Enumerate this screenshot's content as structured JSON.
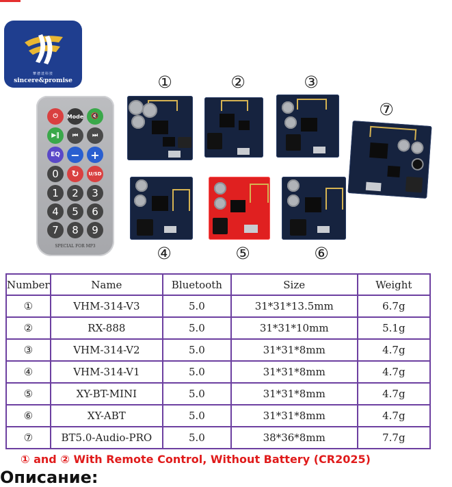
{
  "logo": {
    "brand": "sincere&promise",
    "chinese": "華德達科技"
  },
  "remote": {
    "label": "SPECIAL FOR MP3",
    "rows": [
      [
        "⏻",
        "Mode",
        "🔇"
      ],
      [
        "▶‖",
        "⏮",
        "⏭"
      ],
      [
        "EQ",
        "−",
        "+"
      ],
      [
        "0",
        "↻",
        "U/SD"
      ],
      [
        "1",
        "2",
        "3"
      ],
      [
        "4",
        "5",
        "6"
      ],
      [
        "7",
        "8",
        "9"
      ]
    ],
    "colors": {
      "power": "#d94040",
      "mode": "#3a3a3a",
      "mute": "#3aa84a",
      "play": "#3aa84a",
      "prev": "#4a4a4a",
      "next": "#4a4a4a",
      "eq": "#5a48c8",
      "minus": "#2a5fd0",
      "plus": "#2a5fd0",
      "repeat": "#d94040",
      "usd": "#d94040",
      "num": "#444444"
    }
  },
  "module_numbers": [
    "①",
    "②",
    "③",
    "④",
    "⑤",
    "⑥",
    "⑦"
  ],
  "table": {
    "headers": [
      "Number",
      "Name",
      "Bluetooth",
      "Size",
      "Weight"
    ],
    "rows": [
      [
        "①",
        "VHM-314-V3",
        "5.0",
        "31*31*13.5mm",
        "6.7g"
      ],
      [
        "②",
        "RX-888",
        "5.0",
        "31*31*10mm",
        "5.1g"
      ],
      [
        "③",
        "VHM-314-V2",
        "5.0",
        "31*31*8mm",
        "4.7g"
      ],
      [
        "④",
        "VHM-314-V1",
        "5.0",
        "31*31*8mm",
        "4.7g"
      ],
      [
        "⑤",
        "XY-BT-MINI",
        "5.0",
        "31*31*8mm",
        "4.7g"
      ],
      [
        "⑥",
        "XY-ABT",
        "5.0",
        "31*31*8mm",
        "4.7g"
      ],
      [
        "⑦",
        "BT5.0-Audio-PRO",
        "5.0",
        "38*36*8mm",
        "7.7g"
      ]
    ]
  },
  "note": "① and ② With Remote Control, Without Battery (CR2025)",
  "bottom_text": "Описание:",
  "colors": {
    "table_border": "#6c3fa0",
    "note": "#e01b1b",
    "logo_bg": "#1f3e8f"
  }
}
